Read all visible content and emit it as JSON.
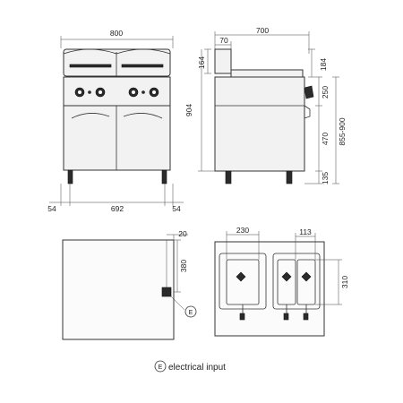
{
  "front_view": {
    "width_label": "800",
    "left_offset": "54",
    "leg_span": "692",
    "right_offset": "54"
  },
  "side_view": {
    "depth_label": "700",
    "back_offset": "70",
    "top_height": "164",
    "total_height": "904",
    "upper_right": "184",
    "panel_height": "250",
    "door_height": "470",
    "adjustable_height": "855-900",
    "leg_height": "135"
  },
  "top_view": {
    "inlet_offset": "20",
    "inlet_depth": "380",
    "inlet_marker": "E"
  },
  "basket_view": {
    "large_basket_width": "230",
    "small_basket_width": "113",
    "basket_depth": "310"
  },
  "legend": {
    "marker": "E",
    "text": "electrical input"
  }
}
